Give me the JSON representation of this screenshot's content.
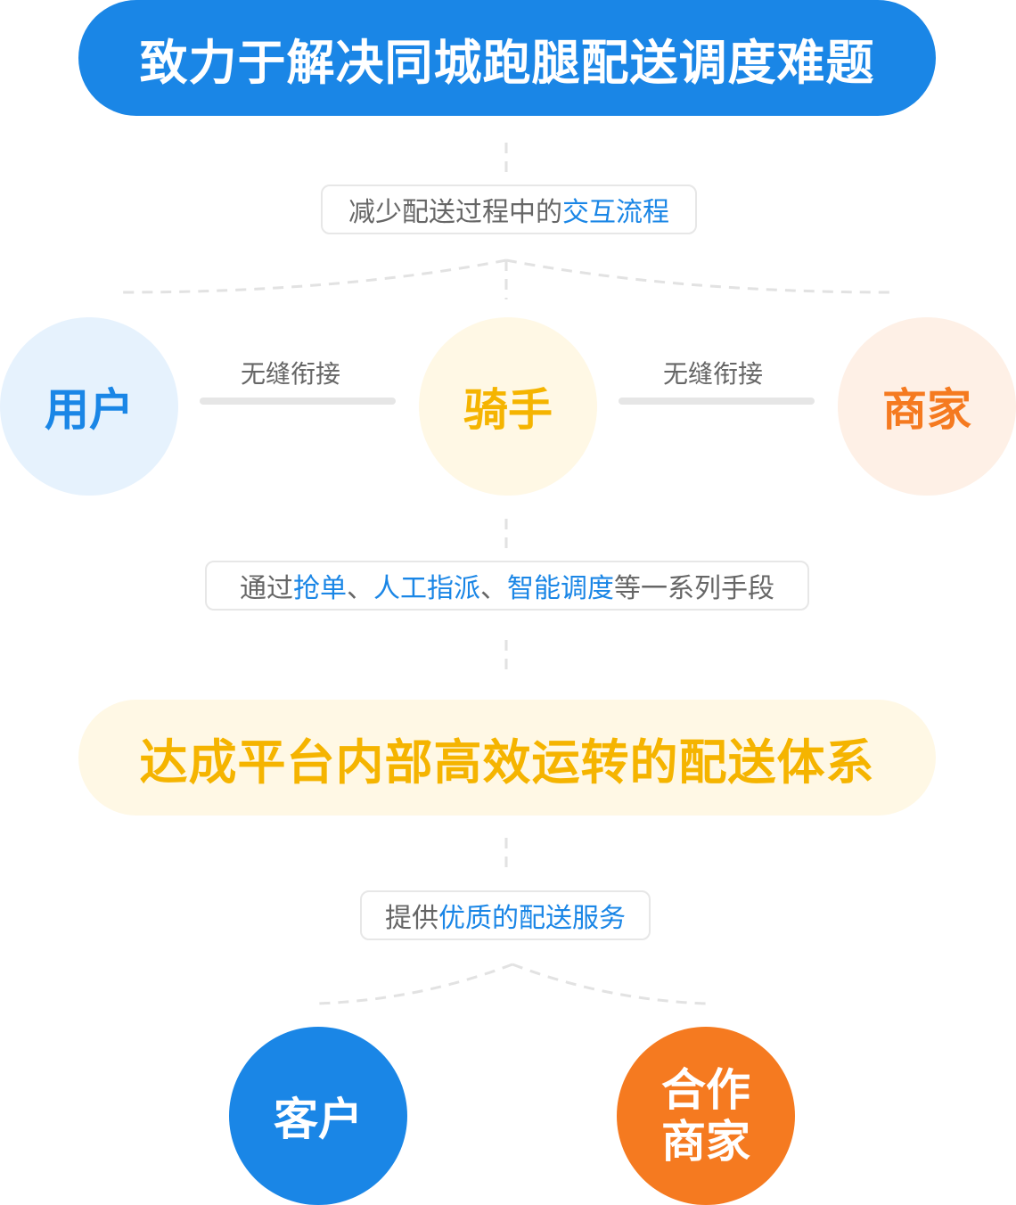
{
  "header": {
    "title": "致力于解决同城跑腿配送调度难题"
  },
  "tag1": {
    "prefix": "减少配送过程中的",
    "highlight": "交互流程"
  },
  "nodes": {
    "user": "用户",
    "rider": "骑手",
    "merchant": "商家",
    "link_left": "无缝衔接",
    "link_right": "无缝衔接"
  },
  "tag2": {
    "prefix": "通过",
    "h1": "抢单",
    "sep1": "、",
    "h2": "人工指派",
    "sep2": "、",
    "h3": "智能调度",
    "suffix": "等一系列手段"
  },
  "goal": {
    "title": "达成平台内部高效运转的配送体系"
  },
  "tag3": {
    "prefix": "提供",
    "highlight": "优质的配送服务"
  },
  "targets": {
    "client": "客户",
    "partner_line1": "合作",
    "partner_line2": "商家"
  },
  "colors": {
    "blue": "#1a86e6",
    "yellow": "#f5b400",
    "orange": "#f57a20",
    "text_gray": "#666666",
    "line_gray": "#e6e6e6"
  }
}
